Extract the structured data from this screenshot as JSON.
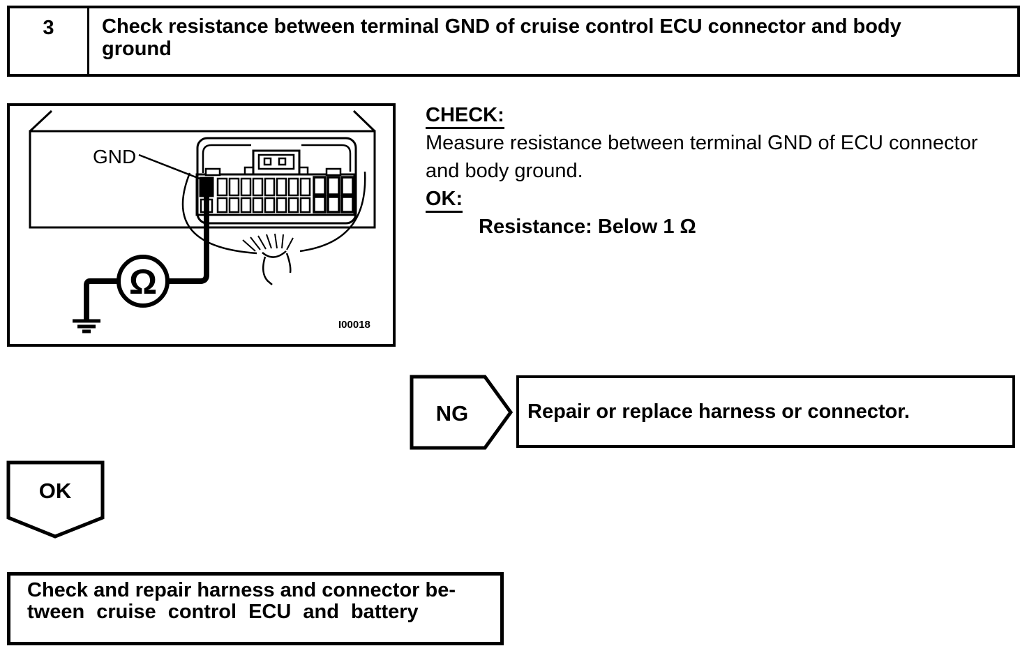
{
  "page": {
    "background": "#ffffff",
    "ink": "#000000"
  },
  "step_header": {
    "number": "3",
    "title": "Check resistance between terminal GND of cruise control ECU connector and body ground"
  },
  "figure": {
    "gnd_label": "GND",
    "ohmmeter_symbol": "Ω",
    "figure_code": "I00018"
  },
  "instructions": {
    "check_label": "CHECK:",
    "check_text_line1": "Measure resistance between terminal GND of ECU connector",
    "check_text_line2": "and body ground.",
    "ok_label": "OK:",
    "specification": "Resistance: Below 1 Ω"
  },
  "ng_branch": {
    "label": "NG",
    "action": "Repair or replace harness or connector."
  },
  "ok_branch": {
    "label": "OK"
  },
  "next_step": {
    "line1": "Check and repair harness and connector be-",
    "line2": "tween cruise control ECU and battery"
  }
}
